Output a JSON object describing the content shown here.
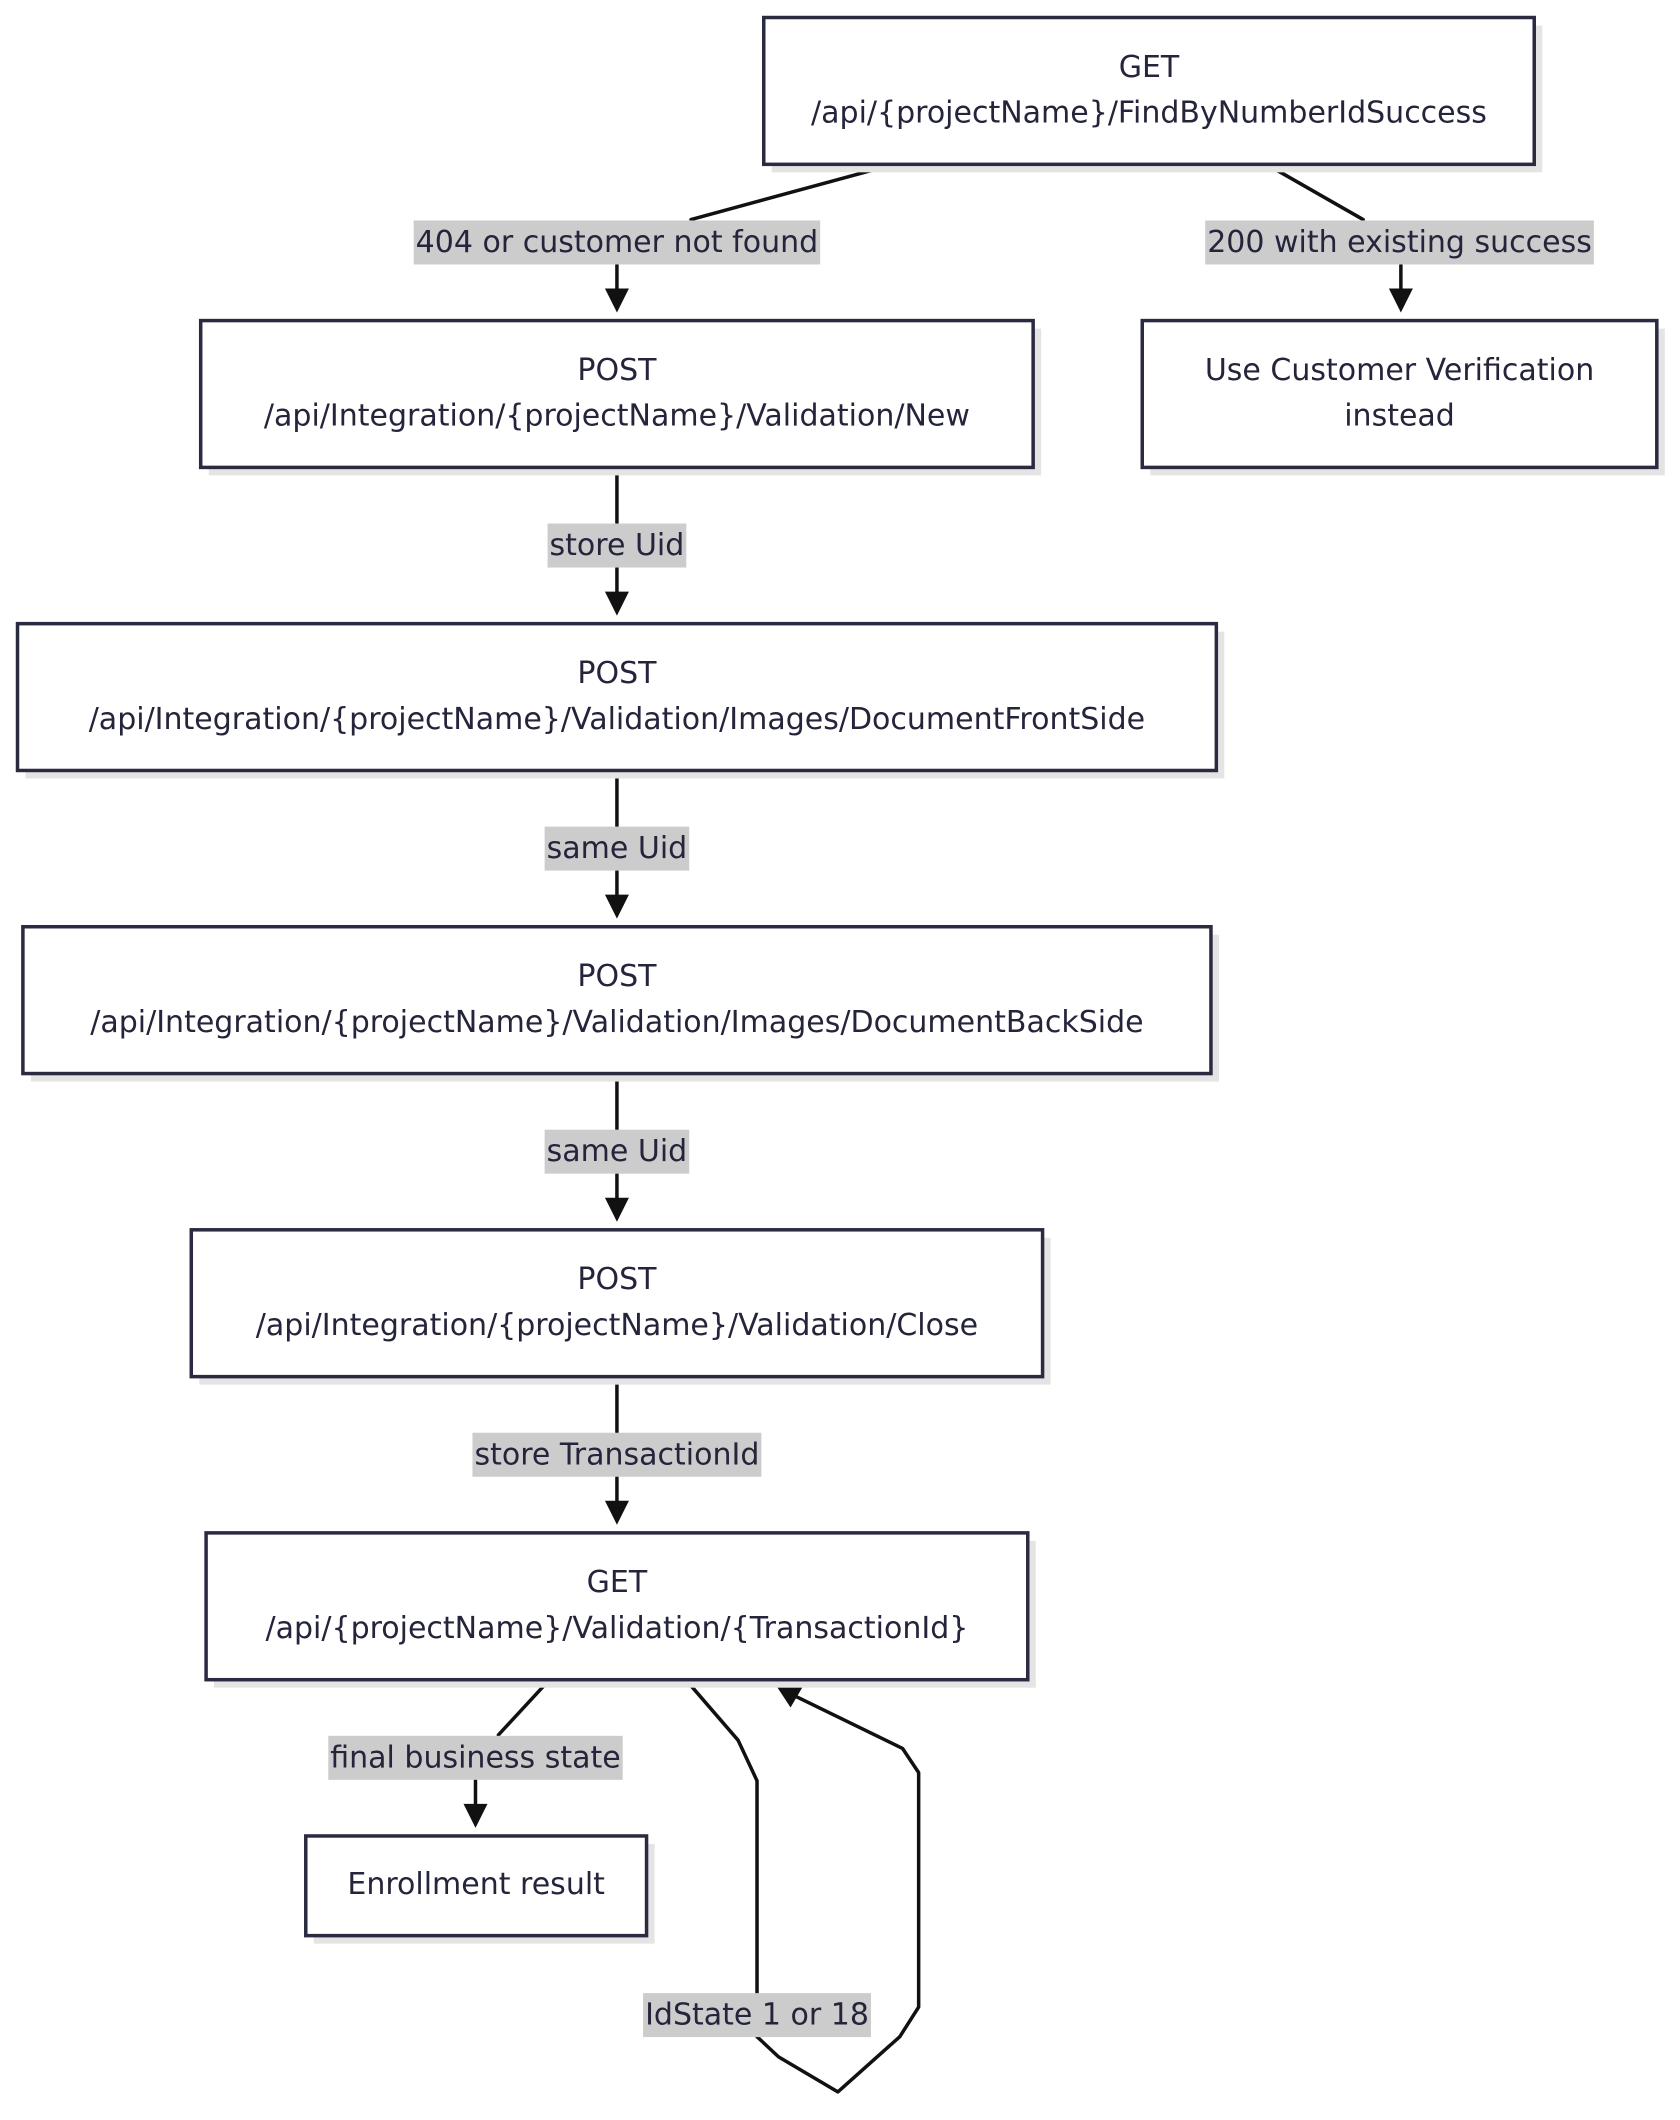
{
  "nodes": [
    {
      "id": "find-by-number",
      "lines": [
        "GET",
        "/api/{projectName}/FindByNumberIdSuccess"
      ]
    },
    {
      "id": "validation-new",
      "lines": [
        "POST",
        "/api/Integration/{projectName}/Validation/New"
      ]
    },
    {
      "id": "customer-verification",
      "lines": [
        "Use Customer Verification",
        "instead"
      ]
    },
    {
      "id": "front-side",
      "lines": [
        "POST",
        "/api/Integration/{projectName}/Validation/Images/DocumentFrontSide"
      ]
    },
    {
      "id": "back-side",
      "lines": [
        "POST",
        "/api/Integration/{projectName}/Validation/Images/DocumentBackSide"
      ]
    },
    {
      "id": "validation-close",
      "lines": [
        "POST",
        "/api/Integration/{projectName}/Validation/Close"
      ]
    },
    {
      "id": "get-transaction",
      "lines": [
        "GET",
        "/api/{projectName}/Validation/{TransactionId}"
      ]
    },
    {
      "id": "enrollment-result",
      "lines": [
        "Enrollment result"
      ]
    }
  ],
  "edges": [
    {
      "id": "not-found",
      "from": "find-by-number",
      "to": "validation-new",
      "label": "404 or customer not found"
    },
    {
      "id": "existing-success",
      "from": "find-by-number",
      "to": "customer-verification",
      "label": "200 with existing success"
    },
    {
      "id": "store-uid",
      "from": "validation-new",
      "to": "front-side",
      "label": "store Uid"
    },
    {
      "id": "same-uid-1",
      "from": "front-side",
      "to": "back-side",
      "label": "same Uid"
    },
    {
      "id": "same-uid-2",
      "from": "back-side",
      "to": "validation-close",
      "label": "same Uid"
    },
    {
      "id": "store-transaction",
      "from": "validation-close",
      "to": "get-transaction",
      "label": "store TransactionId"
    },
    {
      "id": "final-state",
      "from": "get-transaction",
      "to": "enrollment-result",
      "label": "final business state"
    },
    {
      "id": "poll-loop",
      "from": "get-transaction",
      "to": "get-transaction",
      "label": "IdState 1 or 18"
    }
  ]
}
